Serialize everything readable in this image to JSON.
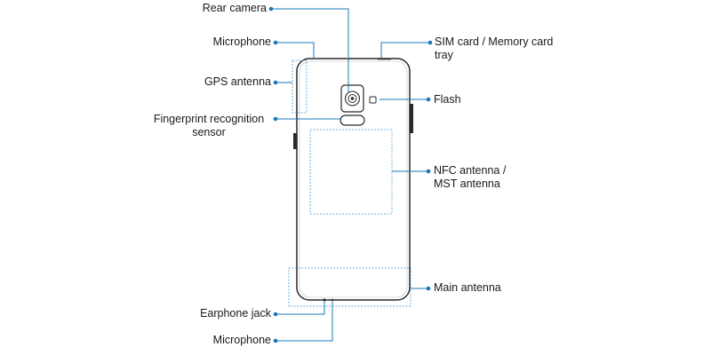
{
  "colors": {
    "callout": "#1a78b9",
    "outline": "#2a2a2a",
    "dotted": "#4a9fd8"
  },
  "labels": {
    "rear_camera": "Rear camera",
    "microphone_top": "Microphone",
    "gps_antenna": "GPS antenna",
    "fingerprint_line1": "Fingerprint recognition",
    "fingerprint_line2": "sensor",
    "sim_tray_line1": "SIM card / Memory card",
    "sim_tray_line2": "tray",
    "flash": "Flash",
    "nfc_line1": "NFC antenna /",
    "nfc_line2": "MST antenna",
    "main_antenna": "Main antenna",
    "earphone_jack": "Earphone jack",
    "microphone_bottom": "Microphone"
  }
}
